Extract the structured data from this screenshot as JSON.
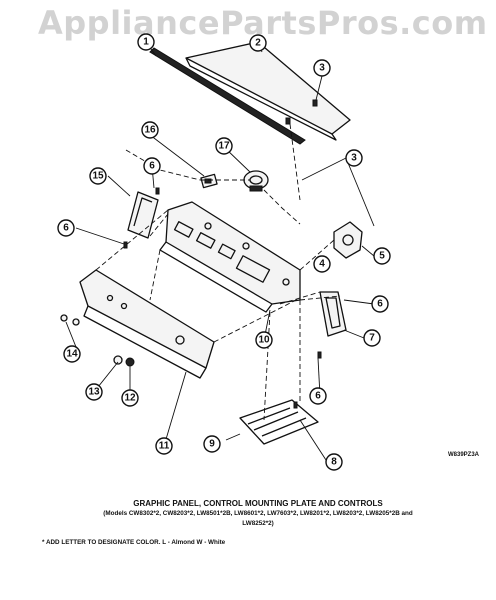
{
  "watermark": "AppliancePartsPros.com",
  "diagram_code": "W839PZ3A",
  "caption": {
    "title": "GRAPHIC PANEL, CONTROL MOUNTING PLATE AND CONTROLS",
    "models": "(Models CW8302*2, CW8203*2, LW8501*2B, LW8601*2, LW7603*2, LW8201*2, LW8203*2, LW8205*2B and LW8252*2)"
  },
  "note": "* ADD LETTER TO DESIGNATE COLOR.  L - Almond  W - White",
  "callouts": [
    {
      "id": "c1",
      "label": "1"
    },
    {
      "id": "c2",
      "label": "2"
    },
    {
      "id": "c3a",
      "label": "3"
    },
    {
      "id": "c3b",
      "label": "3"
    },
    {
      "id": "c4",
      "label": "4"
    },
    {
      "id": "c5",
      "label": "5"
    },
    {
      "id": "c6a",
      "label": "6"
    },
    {
      "id": "c6b",
      "label": "6"
    },
    {
      "id": "c6c",
      "label": "6"
    },
    {
      "id": "c6d",
      "label": "6"
    },
    {
      "id": "c7",
      "label": "7"
    },
    {
      "id": "c8",
      "label": "8"
    },
    {
      "id": "c9",
      "label": "9"
    },
    {
      "id": "c10",
      "label": "10"
    },
    {
      "id": "c11",
      "label": "11"
    },
    {
      "id": "c12",
      "label": "12"
    },
    {
      "id": "c13",
      "label": "13"
    },
    {
      "id": "c14",
      "label": "14"
    },
    {
      "id": "c15",
      "label": "15"
    },
    {
      "id": "c16",
      "label": "16"
    },
    {
      "id": "c17",
      "label": "17"
    }
  ]
}
